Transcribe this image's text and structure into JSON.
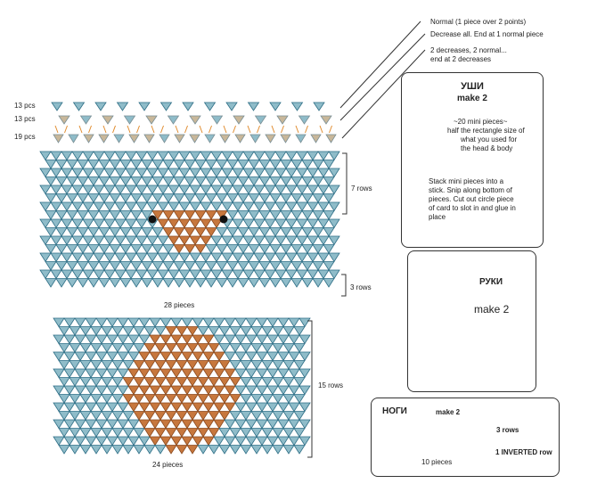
{
  "colors": {
    "teal": "#8fbcc9",
    "teal_edge": "#2f6f86",
    "tan": "#c8b79a",
    "orange": "#c7773d",
    "orange_edge": "#8a4a1f",
    "black": "#111111",
    "arrow": "#e08a2c"
  },
  "notes": {
    "normal": "Normal (1 piece over 2 points)",
    "decrease_all": "Decrease all. End at 1 normal piece",
    "two_dec_line1": "2 decreases, 2 normal...",
    "two_dec_line2": "end at 2 decreases"
  },
  "head": {
    "row_labels": [
      "13 pcs",
      "13 pcs",
      "19 pcs"
    ],
    "seven_rows": "7 rows",
    "three_rows": "3 rows",
    "pieces": "28 pieces"
  },
  "body": {
    "fifteen_rows": "15 rows",
    "pieces": "24 pieces"
  },
  "ears": {
    "title": "УШИ",
    "subtitle": "make 2",
    "mini_line1": "~20 mini pieces~",
    "mini_line2": "half the rectangle size of",
    "mini_line3": "what you used for",
    "mini_line4": "the head & body",
    "stack_line1": "Stack mini pieces into a",
    "stack_line2": "stick. Snip along bottom of",
    "stack_line3": "pieces. Cut out circle piece",
    "stack_line4": "of card to slot in and glue in",
    "stack_line5": "place"
  },
  "arms": {
    "title": "РУКИ",
    "subtitle": "make 2"
  },
  "legs": {
    "title": "НОГИ",
    "subtitle": "make 2",
    "three_rows": "3 rows",
    "inverted": "1 INVERTED row",
    "pieces": "10 pieces"
  }
}
